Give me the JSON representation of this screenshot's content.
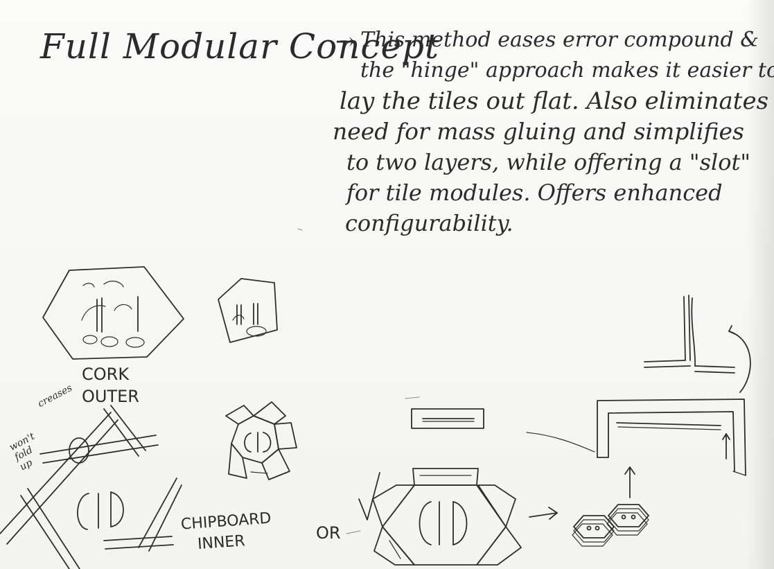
{
  "heading": {
    "title": "Full Modular Concept",
    "arrow": "→"
  },
  "description": {
    "lines": [
      "This method eases error compound &",
      "the \"hinge\" approach makes it easier to",
      "lay the tiles out flat. Also eliminates",
      "need for mass gluing and simplifies",
      "to two layers, while offering a \"slot\"",
      "for tile modules. Offers enhanced",
      "configurability."
    ]
  },
  "labels": {
    "cork_outer_1": "CORK",
    "cork_outer_2": "OUTER",
    "creases": "creases",
    "wont_fold_1": "won't",
    "wont_fold_2": "fold",
    "wont_fold_3": "up",
    "chipboard_inner_1": "CHIPBOARD",
    "chipboard_inner_2": "INNER",
    "or": "OR"
  },
  "colors": {
    "paper": "#f7f7f5",
    "ink": "#2b2b2b"
  }
}
